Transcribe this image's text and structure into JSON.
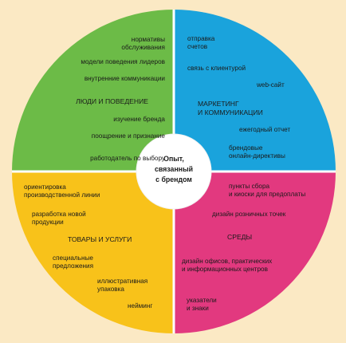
{
  "colors": {
    "background": "#fbe9c4",
    "people": "#6cbb47",
    "marketing": "#1aa3dc",
    "goods": "#f8c21a",
    "environment": "#e2397f",
    "center": "#ffffff",
    "divider": "#ffffff"
  },
  "center": {
    "lines": [
      "Опыт,",
      "связанный",
      "с брендом"
    ]
  },
  "quadrants": {
    "people": {
      "heading": [
        "ЛЮДИ И ПОВЕДЕНИЕ"
      ],
      "items": [
        [
          "нормативы",
          "обслуживания"
        ],
        [
          "модели поведения лидеров"
        ],
        [
          "внутренние коммуникации"
        ],
        [
          "изучение бренда"
        ],
        [
          "поощрение и признание"
        ],
        [
          "работодатель по выбору"
        ]
      ]
    },
    "marketing": {
      "heading": [
        "МАРКЕТИНГ",
        "И КОММУНИКАЦИИ"
      ],
      "items": [
        [
          "отправка",
          "счетов"
        ],
        [
          "связь с клиентурой"
        ],
        [
          "web-сайт"
        ],
        [
          "ежегодный отчет"
        ],
        [
          "брендовые",
          "онлайн-директивы"
        ]
      ]
    },
    "goods": {
      "heading": [
        "ТОВАРЫ И УСЛУГИ"
      ],
      "items": [
        [
          "ориентировка",
          "производственной линии"
        ],
        [
          "разработка новой",
          "продукции"
        ],
        [
          "специальные",
          "предложения"
        ],
        [
          "иллюстративная",
          "упаковка"
        ],
        [
          "нейминг"
        ]
      ]
    },
    "environment": {
      "heading": [
        "СРЕДЫ"
      ],
      "items": [
        [
          "пункты сбора",
          "и киоски для предоплаты"
        ],
        [
          "дизайн розничных точек"
        ],
        [
          "дизайн офисов, практических",
          "и информационных центров"
        ],
        [
          "указатели",
          "и знаки"
        ]
      ]
    }
  }
}
